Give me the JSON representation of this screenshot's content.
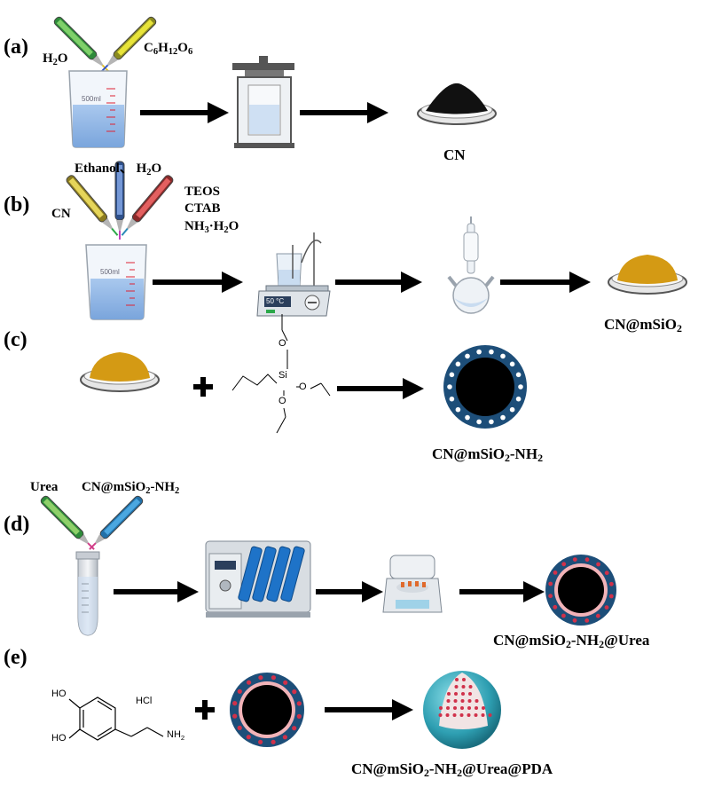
{
  "colors": {
    "arrow": "#000000",
    "water": "#9dbfe6",
    "powder_black": "#111111",
    "powder_gold": "#d49a14",
    "shell_blue": "#1d4e79",
    "urea_dot": "#d0314a",
    "pda_teal": "#3aa8b8"
  },
  "panels": {
    "a": {
      "label": "(a)",
      "reagent_left": "H",
      "reagent_left_sub": "2",
      "reagent_left_end": "O",
      "reagent_right": [
        "C",
        "6",
        "H",
        "12",
        "O",
        "6"
      ],
      "solvent": "Ethanol、 H",
      "solvent_sub": "2",
      "solvent_end": "O",
      "beaker_mark": "500ml",
      "product": "CN"
    },
    "b": {
      "label": "(b)",
      "reagent_left": "CN",
      "reagents_right": [
        "TEOS",
        "CTAB"
      ],
      "reagent_nh3": "NH",
      "reagent_nh3_sub": "3",
      "reagent_nh3_mid": "·H",
      "reagent_nh3_sub2": "2",
      "reagent_nh3_end": "O",
      "beaker_mark": "500ml",
      "hotplate_temp": "50 °C",
      "product": "CN@mSiO",
      "product_sub": "2"
    },
    "c": {
      "label": "(c)",
      "silicon": "Si",
      "oxygens": [
        "O",
        "O",
        "O"
      ],
      "product": "CN@mSiO",
      "product_sub": "2",
      "product_end": "-NH",
      "product_sub2": "2"
    },
    "d": {
      "label": "(d)",
      "reagent_left": "Urea",
      "reagent_right": "CN@mSiO",
      "reagent_right_sub": "2",
      "reagent_right_end": "-NH",
      "reagent_right_sub2": "2",
      "product": "CN@mSiO",
      "product_sub": "2",
      "product_mid": "-NH",
      "product_sub2": "2",
      "product_end": "@Urea"
    },
    "e": {
      "label": "(e)",
      "ho_top": "HO",
      "ho_bottom": "HO",
      "salt": "HCl",
      "amine": "NH",
      "amine_sub": "2",
      "product": "CN@mSiO",
      "product_sub": "2",
      "product_mid": "-NH",
      "product_sub2": "2",
      "product_end": "@Urea@PDA"
    }
  }
}
